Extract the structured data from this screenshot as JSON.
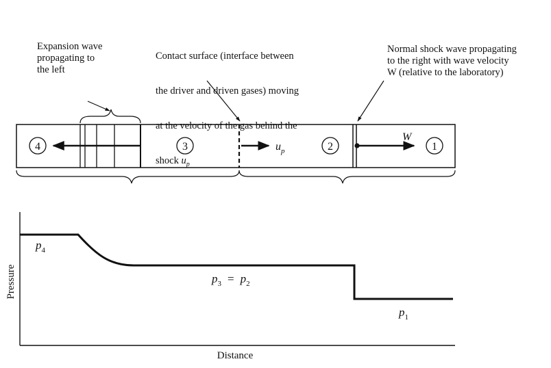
{
  "annotations": {
    "expansion": "Expansion wave\npropagating to\nthe left",
    "contact_line1": "Contact surface (interface between",
    "contact_line2": "the driver and driven gases) moving",
    "contact_line3": "at the velocity of the gas behind the",
    "contact_line4_prefix": "shock ",
    "contact_var": "u",
    "contact_sub": "p",
    "shock": "Normal shock wave propagating\nto the right with wave velocity\nW (relative to the laboratory)"
  },
  "regions": {
    "r4": "4",
    "r3": "3",
    "r2": "2",
    "r1": "1"
  },
  "tube_labels": {
    "up_var": "u",
    "up_sub": "p",
    "w": "W"
  },
  "plot": {
    "ylabel": "Pressure",
    "xlabel": "Distance",
    "p4_var": "p",
    "p4_sub": "4",
    "p3_var": "p",
    "p3_sub": "3",
    "eq": "=",
    "p2_var": "p",
    "p2_sub": "2",
    "p1_var": "p",
    "p1_sub": "1"
  }
}
